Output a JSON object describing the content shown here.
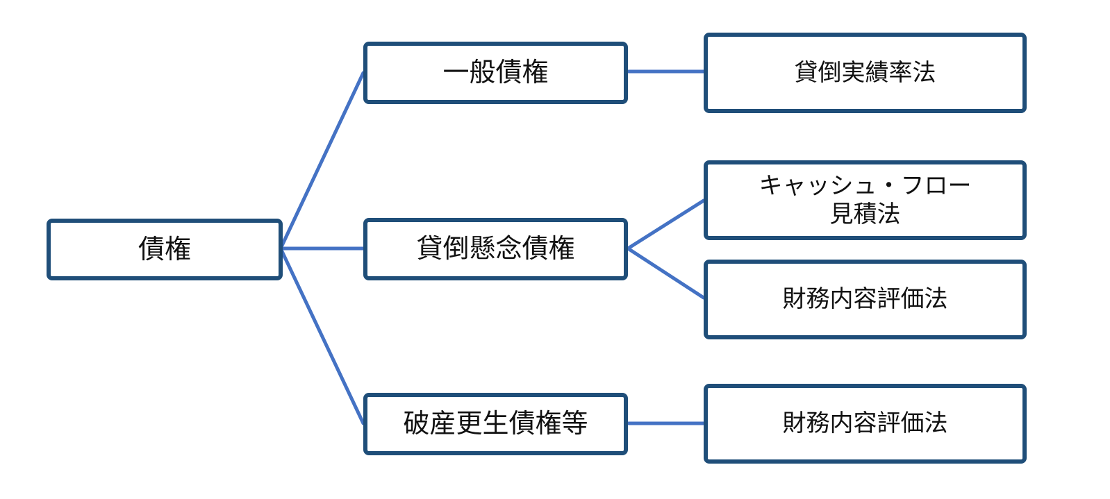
{
  "theme": {
    "line_color": "#4472c4",
    "box_border_color": "#1f4e79"
  },
  "root": {
    "label": "債権"
  },
  "categories": [
    {
      "id": "general",
      "label": "一般債権"
    },
    {
      "id": "doubtful",
      "label": "貸倒懸念債権"
    },
    {
      "id": "bankrupt",
      "label": "破産更生債権等"
    }
  ],
  "methods": [
    {
      "parent": "general",
      "lines": [
        "貸倒実績率法"
      ]
    },
    {
      "parent": "doubtful",
      "lines": [
        "キャッシュ・フロー",
        "見積法"
      ]
    },
    {
      "parent": "doubtful",
      "lines": [
        "財務内容評価法"
      ]
    },
    {
      "parent": "bankrupt",
      "lines": [
        "財務内容評価法"
      ]
    }
  ]
}
